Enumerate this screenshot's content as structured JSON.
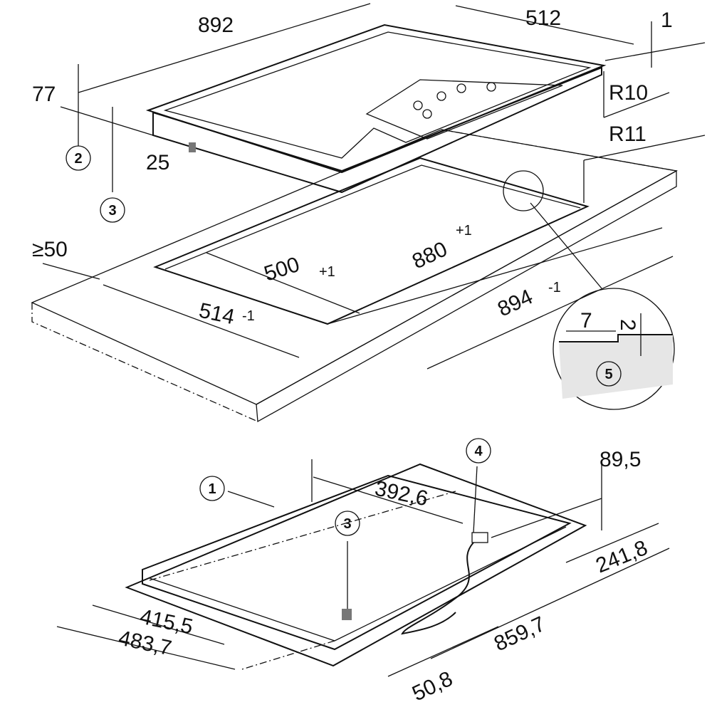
{
  "colors": {
    "surface": "#e6e6e6",
    "glass": "#b9b9b9",
    "line": "#111111",
    "background": "#ffffff"
  },
  "hob": {
    "width": "892",
    "depth": "512",
    "glass_step": "1",
    "height": "77",
    "radius_glass": "R10",
    "radius_cutout": "R11",
    "frame_height": "25",
    "callout_2": "2",
    "callout_3": "3"
  },
  "cutout": {
    "min_edge": "≥50",
    "inner_depth": "500",
    "inner_depth_tol": "+1",
    "inner_width": "880",
    "inner_width_tol": "+1",
    "depth": "514",
    "depth_tol": "-1",
    "width": "894",
    "width_tol": "-1"
  },
  "detail": {
    "offset": "7",
    "step": "2",
    "callout_5": "5"
  },
  "underside": {
    "callout_1": "1",
    "callout_3": "3",
    "callout_4": "4",
    "conn_offset_x": "392,6",
    "conn_offset_y": "89,5",
    "conn_depth": "241,8",
    "inner_width": "859,7",
    "inner_depth": "415,5",
    "outer_depth": "483,7",
    "foot_offset": "50,8"
  }
}
